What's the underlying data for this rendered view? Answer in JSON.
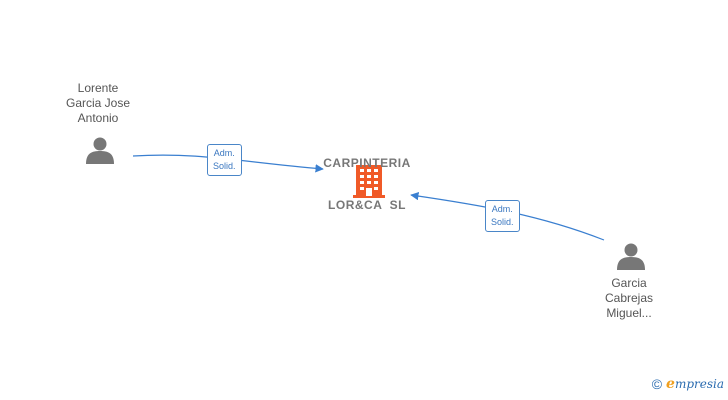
{
  "company": {
    "name_line1": "CARPINTERIA",
    "name_line2": "LOR&CA  SL",
    "icon": "building-icon",
    "color": "#f05a28"
  },
  "persons": [
    {
      "id": "lorente",
      "name_lines": [
        "Lorente",
        "Garcia Jose",
        "Antonio"
      ],
      "icon": "person-icon",
      "relation": [
        "Adm.",
        "Solid."
      ]
    },
    {
      "id": "garcia",
      "name_lines": [
        "Garcia",
        "Cabrejas",
        "Miguel..."
      ],
      "icon": "person-icon",
      "relation": [
        "Adm.",
        "Solid."
      ]
    }
  ],
  "colors": {
    "edge": "#3a7fd0",
    "person_icon": "#777777"
  },
  "footer": {
    "copyright_symbol": "©",
    "brand_first": "e",
    "brand_rest": "mpresia"
  }
}
